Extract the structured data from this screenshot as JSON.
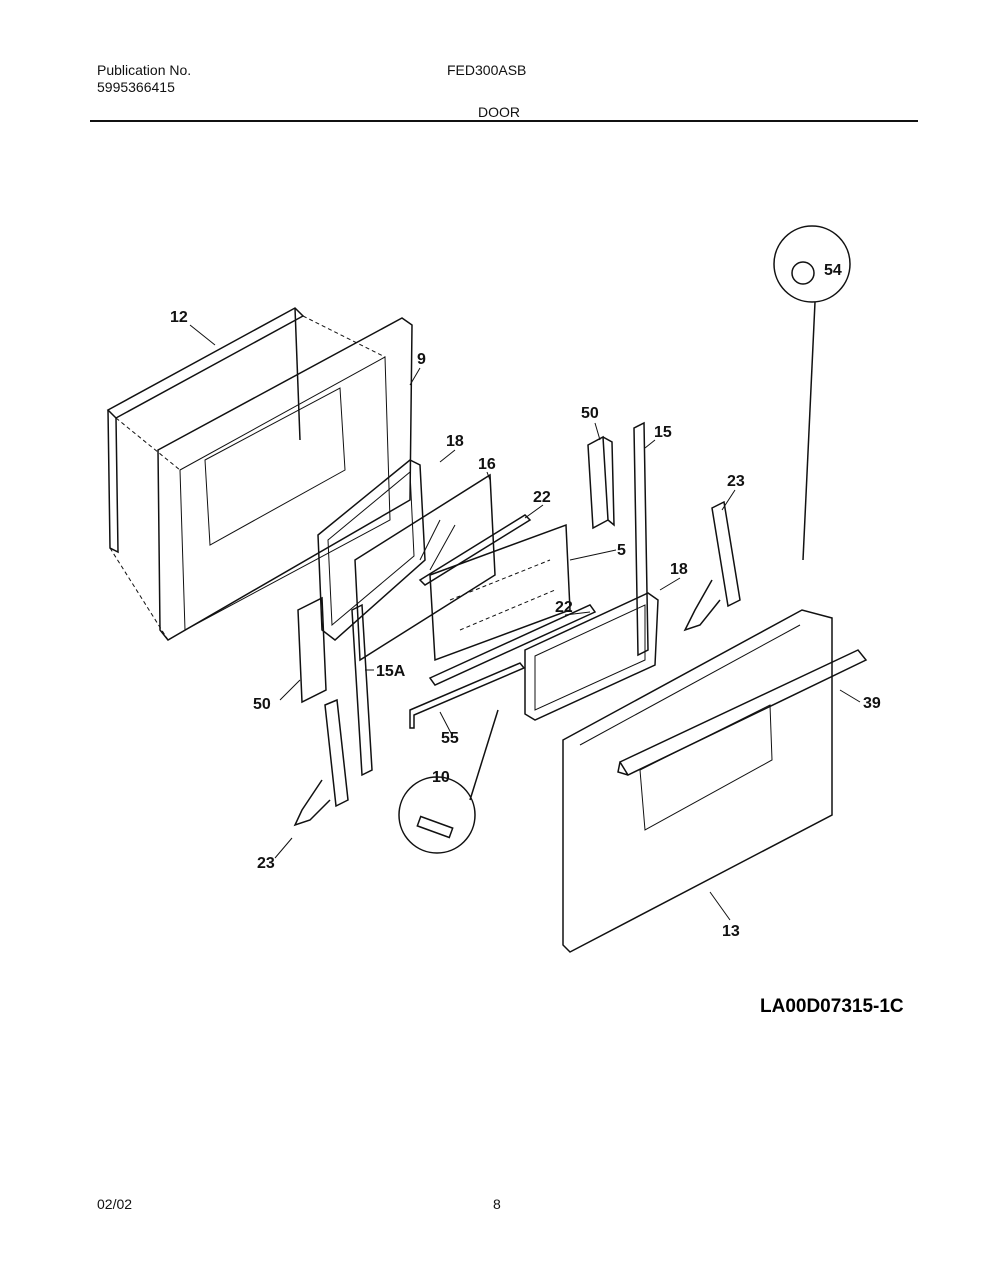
{
  "header": {
    "publication_label": "Publication No.",
    "publication_number": "5995366415",
    "model": "FED300ASB",
    "section": "DOOR"
  },
  "diagram": {
    "callouts": {
      "c12": "12",
      "c9": "9",
      "c18a": "18",
      "c16": "16",
      "c50a": "50",
      "c15": "15",
      "c23a": "23",
      "c54": "54",
      "c22a": "22",
      "c5": "5",
      "c18b": "18",
      "c22b": "22",
      "c15a": "15A",
      "c50b": "50",
      "c55": "55",
      "c39": "39",
      "c10": "10",
      "c23b": "23",
      "c13": "13"
    },
    "drawing_id": "LA00D07315-1C"
  },
  "footer": {
    "date": "02/02",
    "page": "8"
  }
}
